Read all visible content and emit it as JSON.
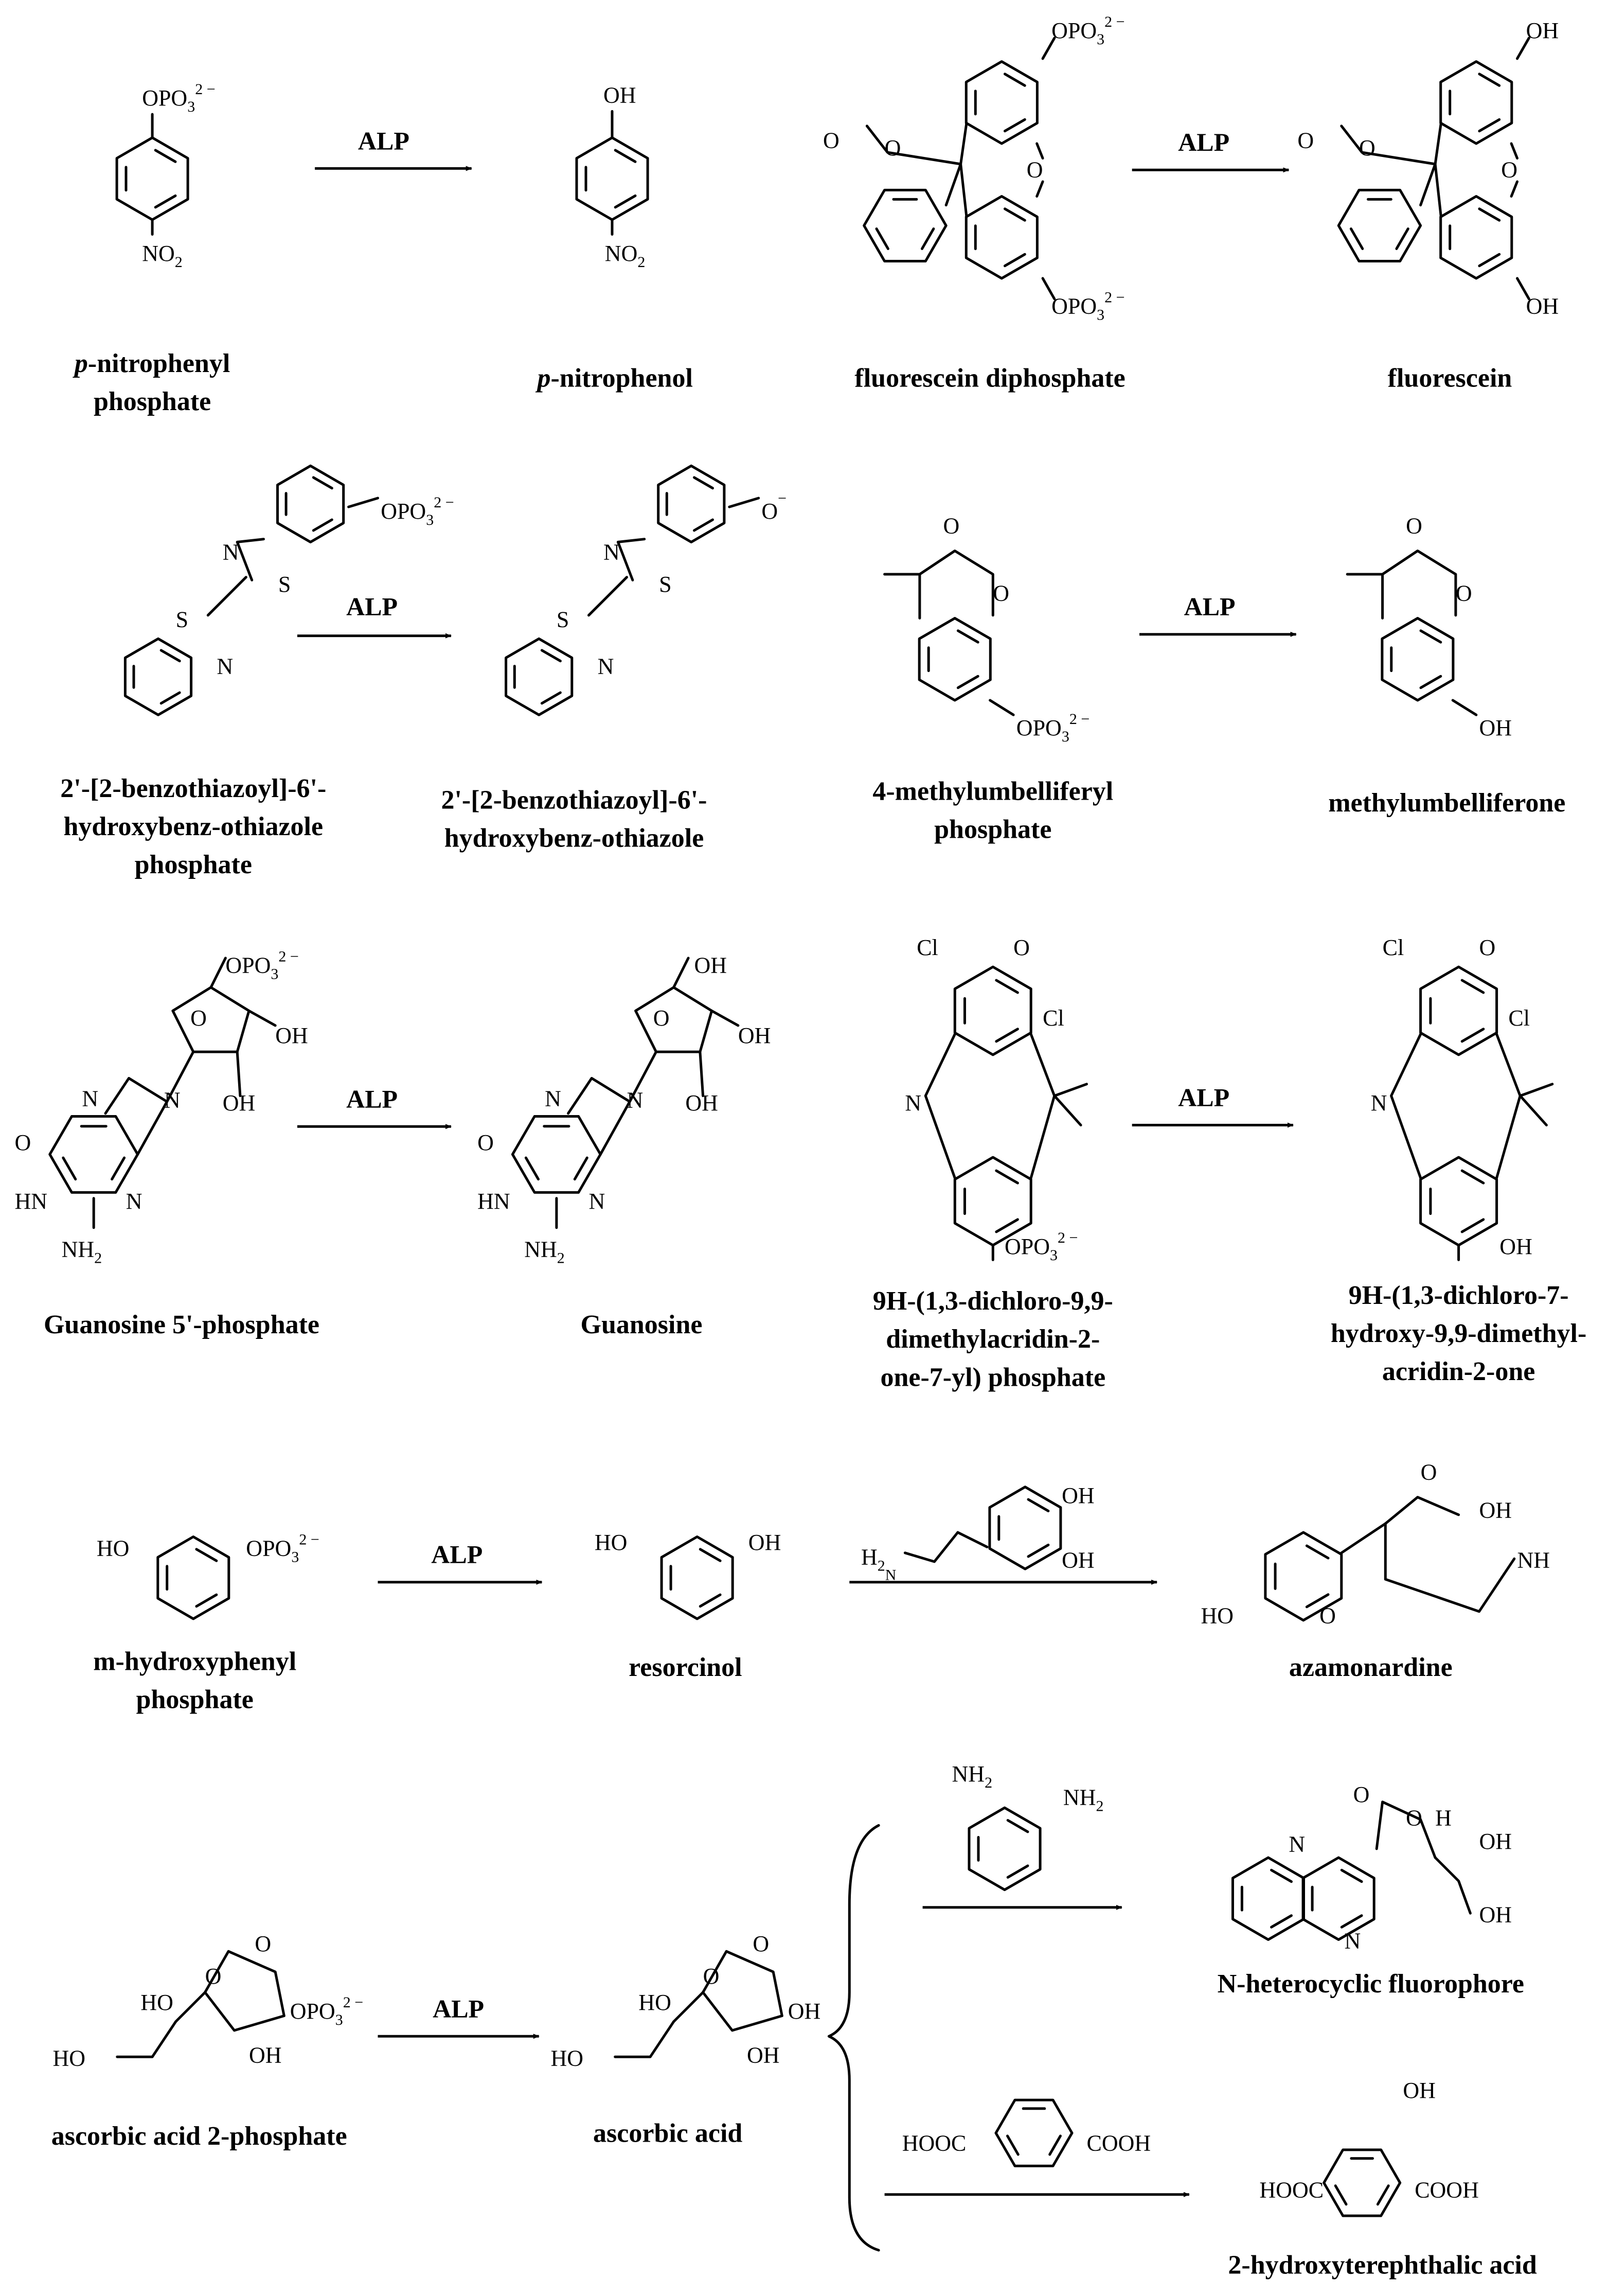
{
  "enzyme_label": "ALP",
  "compounds": {
    "pnpp": [
      "p-nitrophenyl",
      "phosphate"
    ],
    "pnp": [
      "p-nitrophenol"
    ],
    "fdp": [
      "fluorescein diphosphate"
    ],
    "fluorescein": [
      "fluorescein"
    ],
    "btz_p": [
      "2'-[2-benzothiazoyl]-6'-",
      "hydroxybenz-othiazole",
      "phosphate"
    ],
    "btz": [
      "2'-[2-benzothiazoyl]-6'-",
      "hydroxybenz-othiazole"
    ],
    "mup": [
      "4-methylumbelliferyl",
      "phosphate"
    ],
    "mu": [
      "methylumbelliferone"
    ],
    "gmp": [
      "Guanosine 5'-phosphate"
    ],
    "guanosine": [
      "Guanosine"
    ],
    "ddao_p": [
      "9H-(1,3-dichloro-9,9-",
      "dimethylacridin-2-",
      "one-7-yl) phosphate"
    ],
    "ddao": [
      "9H-(1,3-dichloro-7-",
      "hydroxy-9,9-dimethyl-",
      "acridin-2-one"
    ],
    "mhpp": [
      "m-hydroxyphenyl",
      "phosphate"
    ],
    "resorcinol": [
      "resorcinol"
    ],
    "azamonardine": [
      "azamonardine"
    ],
    "aap": [
      "ascorbic acid 2-phosphate"
    ],
    "aa": [
      "ascorbic acid"
    ],
    "nhf": [
      "N-heterocyclic fluorophore"
    ],
    "hta": [
      "2-hydroxyterephthalic acid"
    ]
  },
  "atom_labels": {
    "opo3": "OPO",
    "oh": "OH",
    "no2": "NO",
    "cooh": "COOH",
    "hooc": "HOOC",
    "nh2": "NH",
    "h2n": "H",
    "hn": "HN",
    "ho": "HO",
    "o": "O",
    "o_minus": "O",
    "n": "N",
    "s": "S",
    "cl": "Cl",
    "h": "H",
    "nh": "NH",
    "p_italic": "p"
  }
}
